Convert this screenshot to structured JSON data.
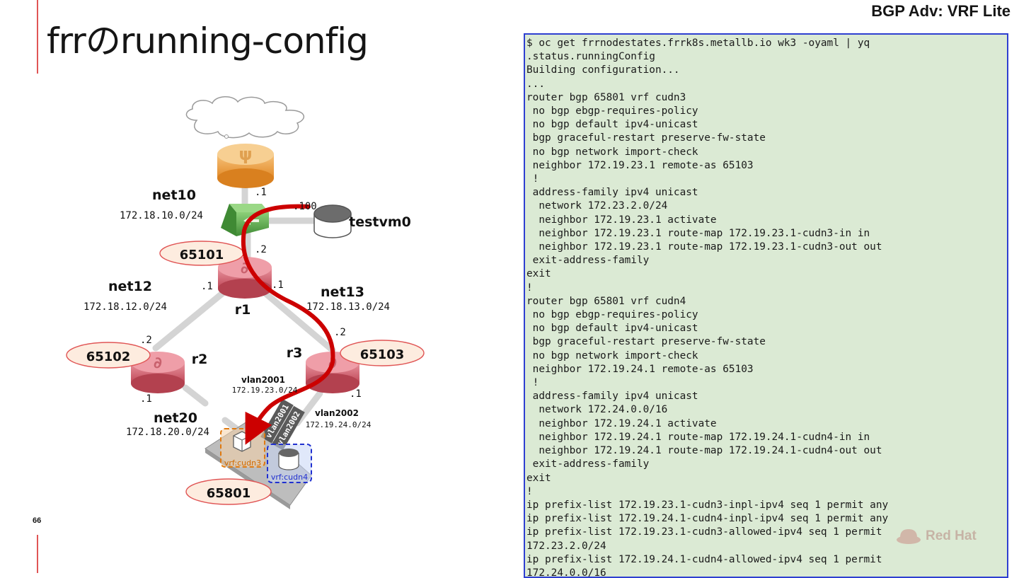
{
  "slide": {
    "title": "frrのrunning-config",
    "header_tag": "BGP Adv: VRF Lite",
    "page_number": "66",
    "watermark": "Red Hat"
  },
  "diagram": {
    "networks": [
      {
        "name": "net10",
        "cidr": "172.18.10.0/24"
      },
      {
        "name": "net12",
        "cidr": "172.18.12.0/24"
      },
      {
        "name": "net13",
        "cidr": "172.18.13.0/24"
      },
      {
        "name": "net20",
        "cidr": "172.18.20.0/24"
      }
    ],
    "routers": [
      {
        "name": "r1",
        "asn": "65101"
      },
      {
        "name": "r2",
        "asn": "65102"
      },
      {
        "name": "r3",
        "asn": "65103"
      }
    ],
    "vm": "testvm0",
    "node_asn": "65801",
    "vlans": [
      {
        "name": "vlan2001",
        "cidr": "172.19.23.0/24",
        "badge": "vlan2001"
      },
      {
        "name": "vlan2002",
        "cidr": "172.19.24.0/24",
        "badge": "vlan2002"
      }
    ],
    "vrfs": [
      {
        "label": "vrf:cudn3",
        "color": "#e07a10"
      },
      {
        "label": "vrf:cudn4",
        "color": "#2030d0"
      }
    ],
    "ifaces": {
      "gw_dot1": ".1",
      "testvm_dot100": ".100",
      "r1_net10": ".2",
      "r1_net12": ".1",
      "r1_net13": ".1",
      "r2_net12": ".2",
      "r2_net20": ".1",
      "r3_net13": ".2",
      "r3_vlan": ".1"
    },
    "colors": {
      "route_arrow": "#cc0000",
      "router": "#c8485a",
      "gateway": "#e8962a",
      "switch": "#4c9a3c",
      "asn_oval_fill": "#fdecdf",
      "asn_oval_stroke": "#e05555"
    }
  },
  "terminal": {
    "lines": [
      "$ oc get frrnodestates.frrk8s.metallb.io wk3 -oyaml | yq",
      ".status.runningConfig",
      "Building configuration...",
      "...",
      "router bgp 65801 vrf cudn3",
      " no bgp ebgp-requires-policy",
      " no bgp default ipv4-unicast",
      " bgp graceful-restart preserve-fw-state",
      " no bgp network import-check",
      " neighbor 172.19.23.1 remote-as 65103",
      " !",
      " address-family ipv4 unicast",
      "  network 172.23.2.0/24",
      "  neighbor 172.19.23.1 activate",
      "  neighbor 172.19.23.1 route-map 172.19.23.1-cudn3-in in",
      "  neighbor 172.19.23.1 route-map 172.19.23.1-cudn3-out out",
      " exit-address-family",
      "exit",
      "!",
      "router bgp 65801 vrf cudn4",
      " no bgp ebgp-requires-policy",
      " no bgp default ipv4-unicast",
      " bgp graceful-restart preserve-fw-state",
      " no bgp network import-check",
      " neighbor 172.19.24.1 remote-as 65103",
      " !",
      " address-family ipv4 unicast",
      "  network 172.24.0.0/16",
      "  neighbor 172.19.24.1 activate",
      "  neighbor 172.19.24.1 route-map 172.19.24.1-cudn4-in in",
      "  neighbor 172.19.24.1 route-map 172.19.24.1-cudn4-out out",
      " exit-address-family",
      "exit",
      "!",
      "ip prefix-list 172.19.23.1-cudn3-inpl-ipv4 seq 1 permit any",
      "ip prefix-list 172.19.24.1-cudn4-inpl-ipv4 seq 1 permit any",
      "ip prefix-list 172.19.23.1-cudn3-allowed-ipv4 seq 1 permit",
      "172.23.2.0/24",
      "ip prefix-list 172.19.24.1-cudn4-allowed-ipv4 seq 1 permit",
      "172.24.0.0/16"
    ]
  }
}
